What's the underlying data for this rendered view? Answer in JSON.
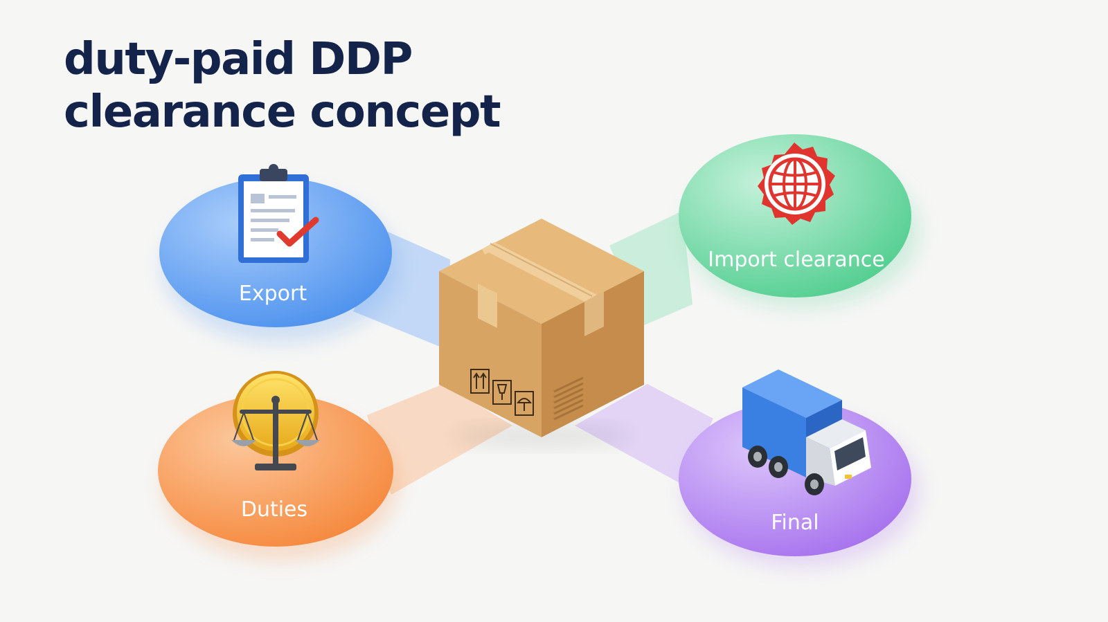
{
  "title": {
    "line1": "duty-paid DDP",
    "line2": "clearance concept"
  },
  "nodes": {
    "export": {
      "label": "Export",
      "icon": "clipboard-check-icon",
      "color": "#5b9cf0"
    },
    "import": {
      "label": "Import clearance",
      "icon": "globe-seal-icon",
      "color": "#5fd49a"
    },
    "duties": {
      "label": "Duties",
      "icon": "scales-coin-icon",
      "color": "#f7904a"
    },
    "final": {
      "label": "Final",
      "icon": "delivery-truck-icon",
      "color": "#b07ef0"
    }
  },
  "center": {
    "icon": "cardboard-box-icon"
  },
  "colors": {
    "title": "#14234a",
    "background": "#f6f6f5"
  }
}
